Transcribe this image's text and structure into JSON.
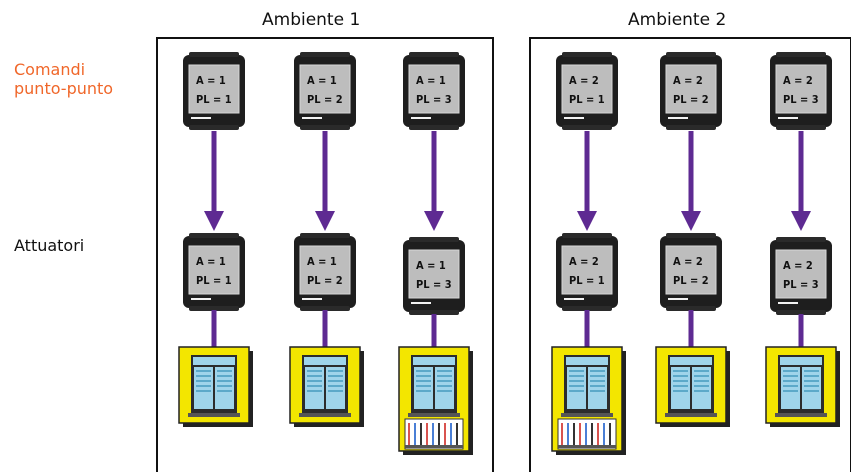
{
  "rooms": [
    {
      "title": "Ambiente 1",
      "commands": [
        {
          "a": "A = 1",
          "pl": "PL = 1"
        },
        {
          "a": "A = 1",
          "pl": "PL = 2"
        },
        {
          "a": "A = 1",
          "pl": "PL = 3"
        }
      ],
      "actuators": [
        {
          "a": "A = 1",
          "pl": "PL = 1",
          "load": "window"
        },
        {
          "a": "A = 1",
          "pl": "PL = 2",
          "load": "window"
        },
        {
          "a": "A = 1",
          "pl": "PL = 3",
          "load": "window-balcony"
        }
      ]
    },
    {
      "title": "Ambiente 2",
      "commands": [
        {
          "a": "A = 2",
          "pl": "PL = 1"
        },
        {
          "a": "A = 2",
          "pl": "PL = 2"
        },
        {
          "a": "A = 2",
          "pl": "PL = 3"
        }
      ],
      "actuators": [
        {
          "a": "A = 2",
          "pl": "PL = 1",
          "load": "window-balcony"
        },
        {
          "a": "A = 2",
          "pl": "PL = 2",
          "load": "window"
        },
        {
          "a": "A = 2",
          "pl": "PL = 3",
          "load": "window"
        }
      ]
    }
  ],
  "row_labels": {
    "commands": [
      "Comandi",
      "punto-punto"
    ],
    "actuators": "Attuatori"
  },
  "colors": {
    "accent_label": "#f0672a",
    "arrow": "#5e2a92",
    "module_body": "#1e1e1e",
    "module_screen": "#bdbdbd",
    "load_frame": "#f3e600",
    "glass": "#9fd4ea"
  }
}
